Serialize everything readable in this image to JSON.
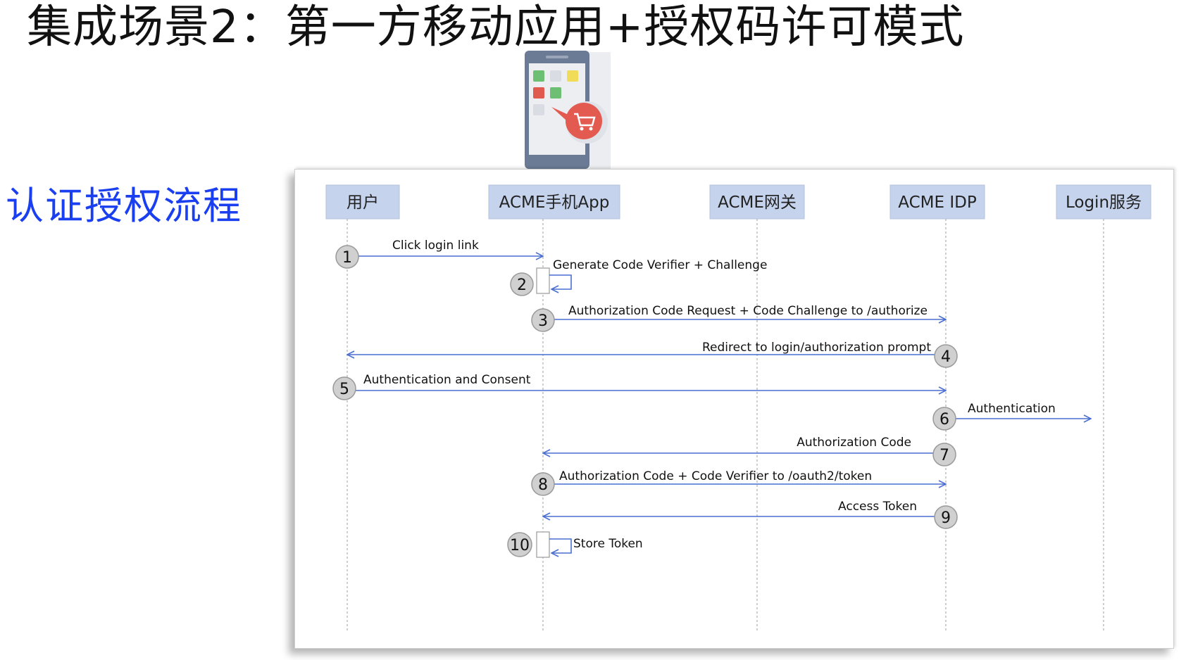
{
  "slide": {
    "title": "集成场景2：第一方移动应用+授权码许可模式",
    "side_label": "认证授权流程"
  },
  "colors": {
    "participant_fill": "#c6d3ec",
    "arrow": "#4a6fd0",
    "lifeline": "#b5b5b5",
    "badge_fill": "#d0d0d0",
    "side_label": "#1a3ff0"
  },
  "icons": {
    "phone": "smartphone-app-icon",
    "cart": "shopping-cart-icon"
  },
  "participants": [
    {
      "id": "user",
      "label": "用户"
    },
    {
      "id": "app",
      "label": "ACME手机App"
    },
    {
      "id": "gateway",
      "label": "ACME网关"
    },
    {
      "id": "idp",
      "label": "ACME IDP"
    },
    {
      "id": "login",
      "label": "Login服务"
    }
  ],
  "messages": [
    {
      "step": "1",
      "from": "user",
      "to": "app",
      "label": "Click login link"
    },
    {
      "step": "2",
      "from": "app",
      "to": "app",
      "label": "Generate Code Verifier + Challenge"
    },
    {
      "step": "3",
      "from": "app",
      "to": "idp",
      "label": "Authorization Code Request + Code Challenge to /authorize"
    },
    {
      "step": "4",
      "from": "idp",
      "to": "user",
      "label": "Redirect to login/authorization prompt"
    },
    {
      "step": "5",
      "from": "user",
      "to": "idp",
      "label": "Authentication and Consent"
    },
    {
      "step": "6",
      "from": "idp",
      "to": "login",
      "label": "Authentication",
      "bidirectional": true
    },
    {
      "step": "7",
      "from": "idp",
      "to": "app",
      "label": "Authorization Code"
    },
    {
      "step": "8",
      "from": "app",
      "to": "idp",
      "label": "Authorization Code + Code Verifier to /oauth2/token"
    },
    {
      "step": "9",
      "from": "idp",
      "to": "app",
      "label": "Access Token"
    },
    {
      "step": "10",
      "from": "app",
      "to": "app",
      "label": "Store Token"
    }
  ]
}
